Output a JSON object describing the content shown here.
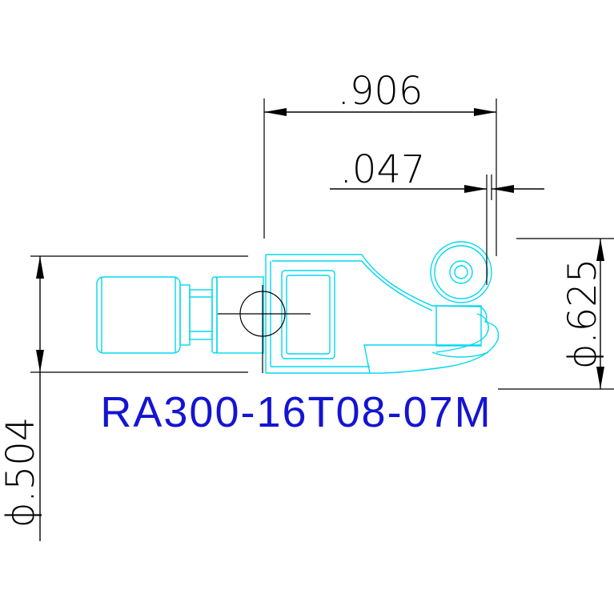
{
  "drawing": {
    "part_number": "RA300-16T08-07M",
    "title_color": "#1414d2",
    "part_color": "#00d8f0",
    "dimensions": {
      "overall_length": ".906",
      "offset": ".047",
      "head_diameter": "ϕ.625",
      "shank_diameter": "ϕ.504"
    }
  }
}
